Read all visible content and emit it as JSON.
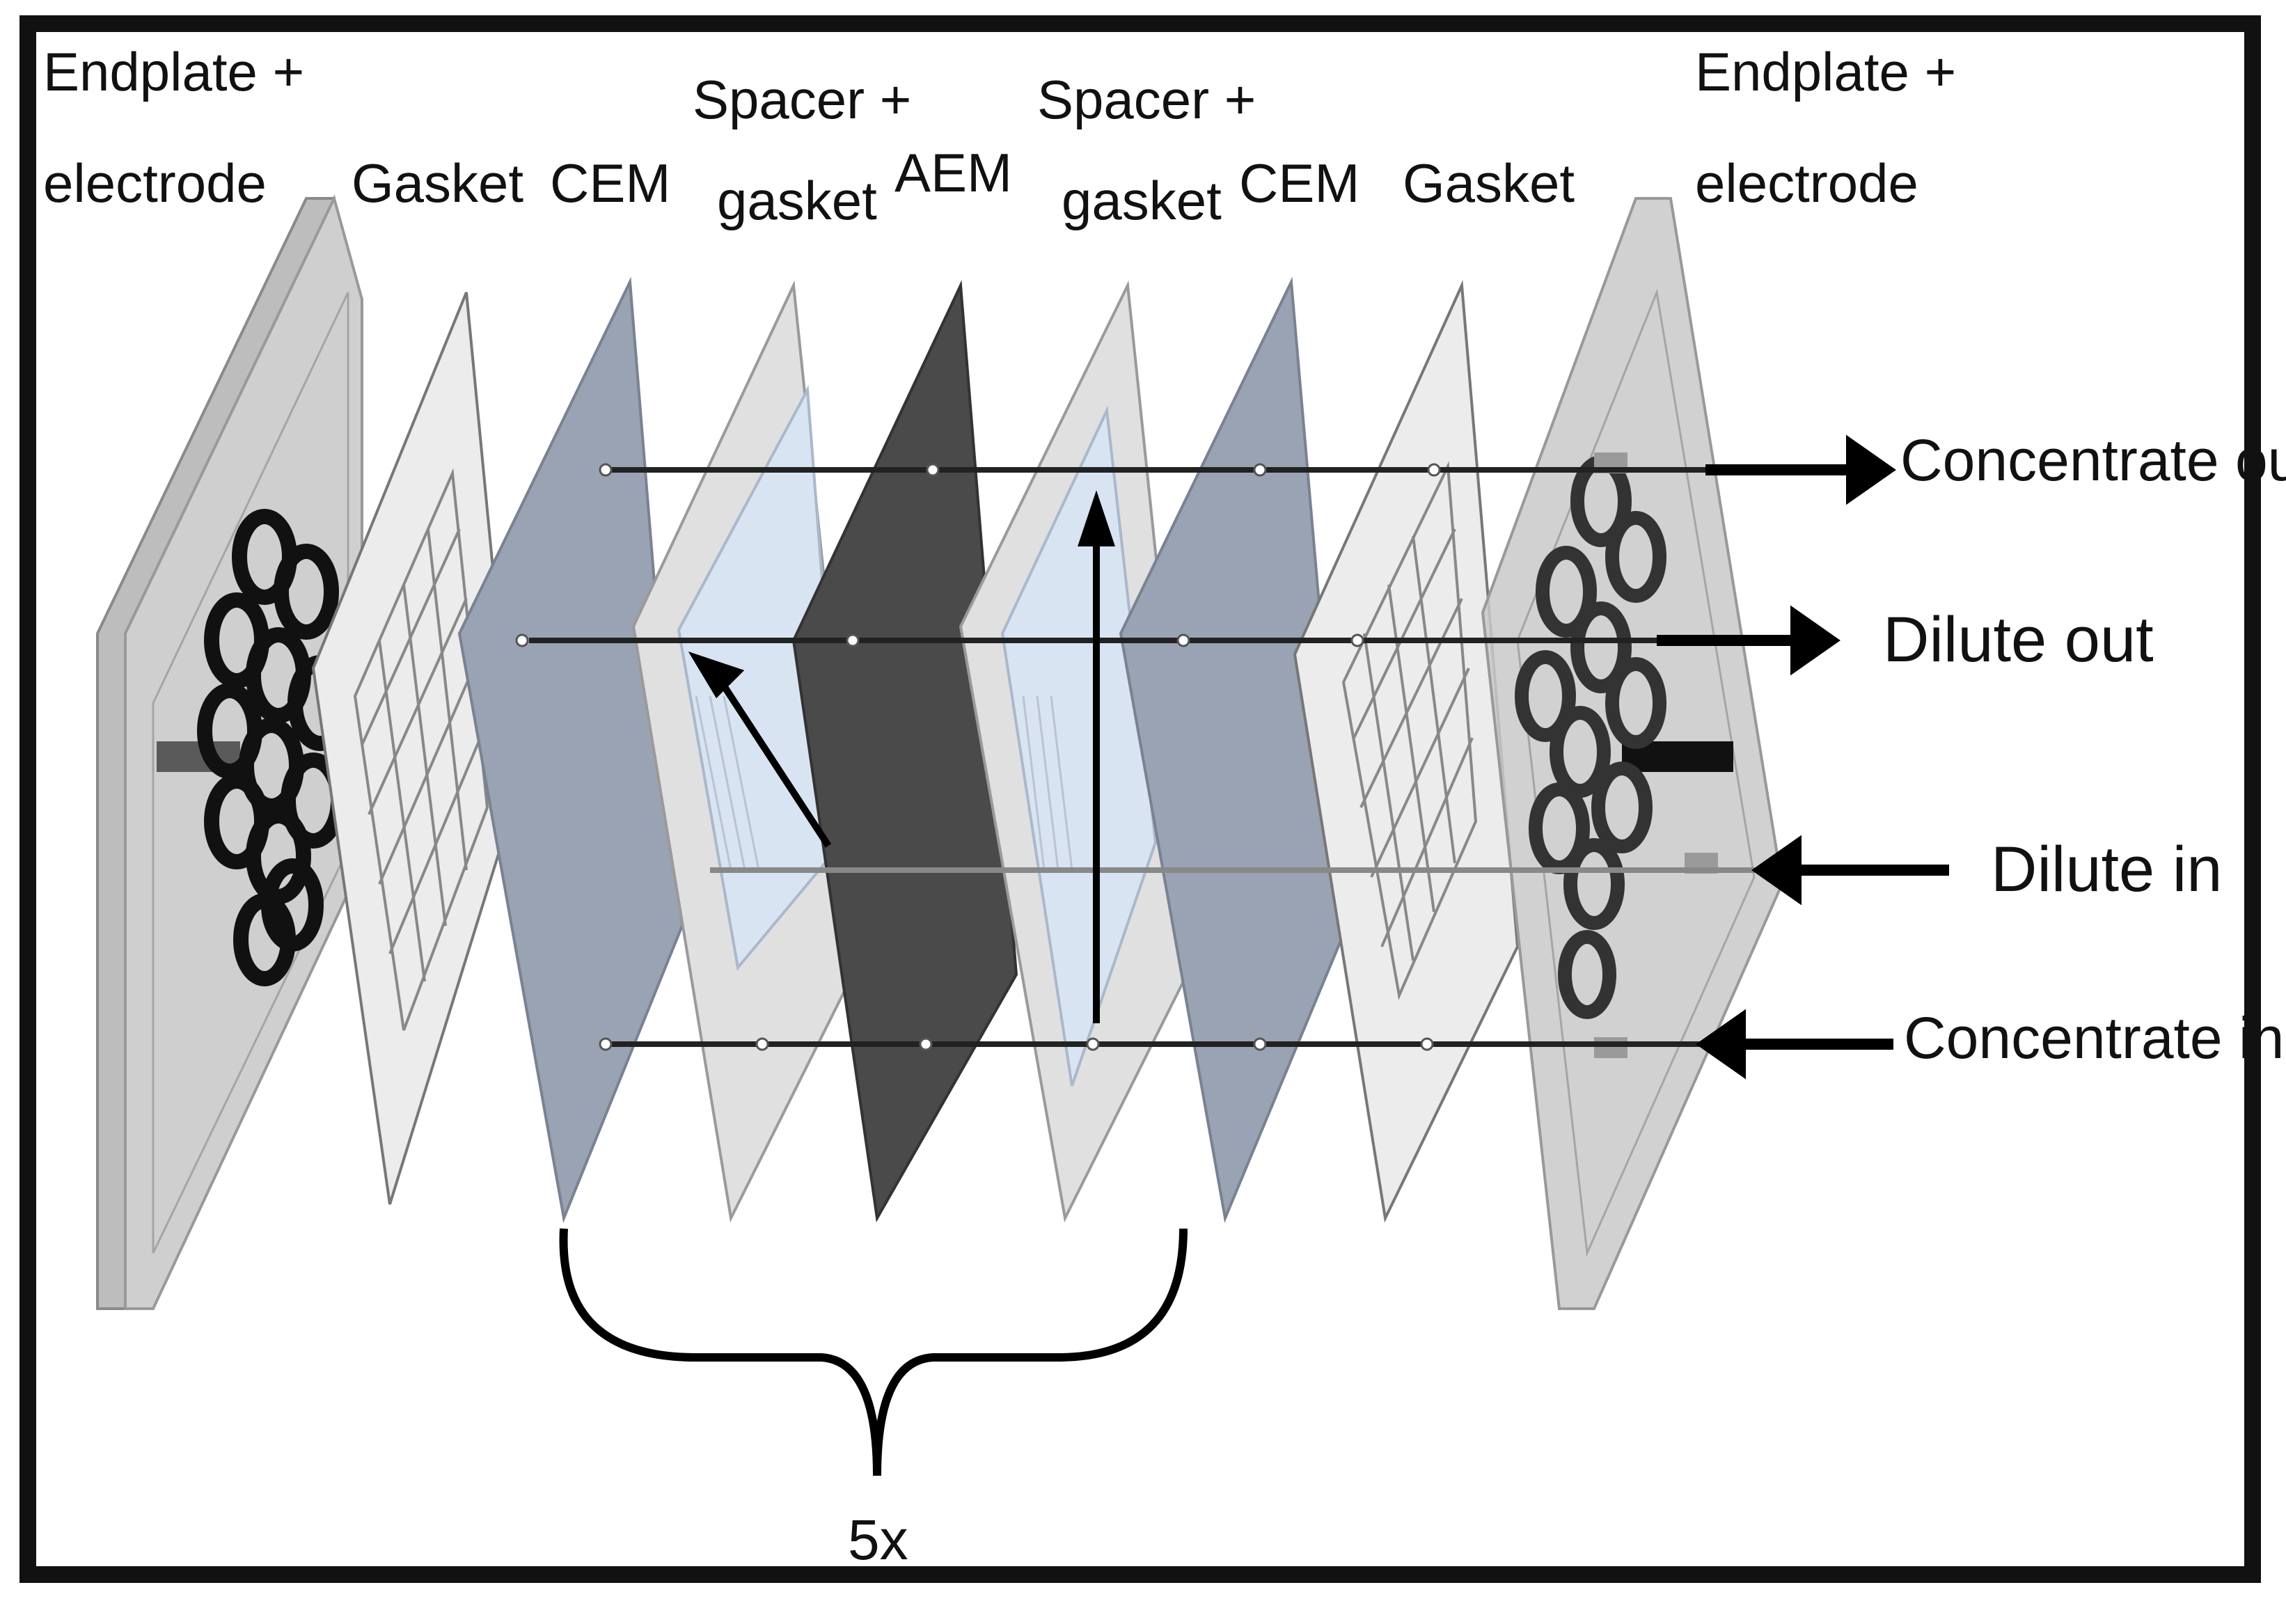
{
  "components": [
    {
      "line1": "Endplate +",
      "line2": "electrode",
      "kind": "endplate"
    },
    {
      "line1": "Gasket",
      "line2": "",
      "kind": "gasket"
    },
    {
      "line1": "CEM",
      "line2": "",
      "kind": "cem"
    },
    {
      "line1": "Spacer +",
      "line2": "gasket",
      "kind": "spacer"
    },
    {
      "line1": "AEM",
      "line2": "",
      "kind": "aem"
    },
    {
      "line1": "Spacer +",
      "line2": "gasket",
      "kind": "spacer"
    },
    {
      "line1": "CEM",
      "line2": "",
      "kind": "cem"
    },
    {
      "line1": "Gasket",
      "line2": "",
      "kind": "gasket"
    },
    {
      "line1": "Endplate +",
      "line2": "electrode",
      "kind": "endplate"
    }
  ],
  "flows": {
    "concentrate_out": "Concentrate out",
    "dilute_out": "Dilute out",
    "dilute_in": "Dilute in",
    "concentrate_in": "Concentrate in"
  },
  "repeat_label": "5x",
  "colors": {
    "frame": "#111111",
    "endplate": "#c9c9c9",
    "gasket": "#ececec",
    "cem": "#9aa3b3",
    "aem": "#4a4a4a",
    "spacer": "#e2e2e2",
    "spacer_window": "#d8e4f2",
    "arrow": "#000000"
  }
}
